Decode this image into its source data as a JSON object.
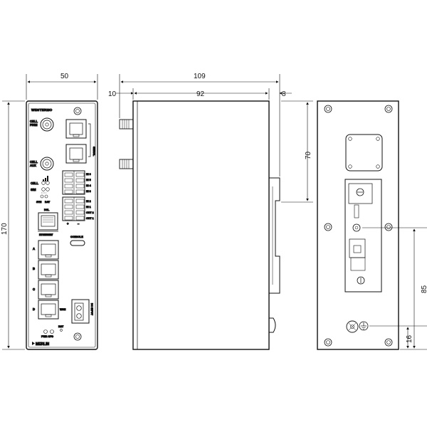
{
  "dimensions": {
    "front_width": "50",
    "front_height": "170",
    "side_total_depth": "109",
    "side_front_offset": "10",
    "side_body_depth": "92",
    "side_rear_offset": "8",
    "side_rail_height": "70",
    "rear_mount_height": "85",
    "rear_ground_height": "16"
  },
  "front_panel": {
    "logo_text": "WESTERMO",
    "cell_prim": [
      "CELL",
      "PRIM"
    ],
    "cell_aux": [
      "CELL",
      "AUX"
    ],
    "serial": "SERIAL",
    "cell_led": "CELL",
    "sim_led": "SIM",
    "syn": "SYN",
    "dat": "DAT",
    "io_upper": [
      "IN 6",
      "IN 5",
      "IN 4",
      "IN 3"
    ],
    "io_lower": [
      "IN 2",
      "IN 1",
      "OUT 2",
      "OUT 1"
    ],
    "dsl": "DSL",
    "ethernet": "ETHERNET",
    "console": "CONSOLE",
    "ports": [
      "A",
      "B",
      "C",
      "D"
    ],
    "wan": "WAN",
    "dc_input": "DC INPUT",
    "rst": "RST",
    "pwr_cfg": "PWR CFG",
    "brand": "MERLIN",
    "plus": "+",
    "minus": "−"
  }
}
